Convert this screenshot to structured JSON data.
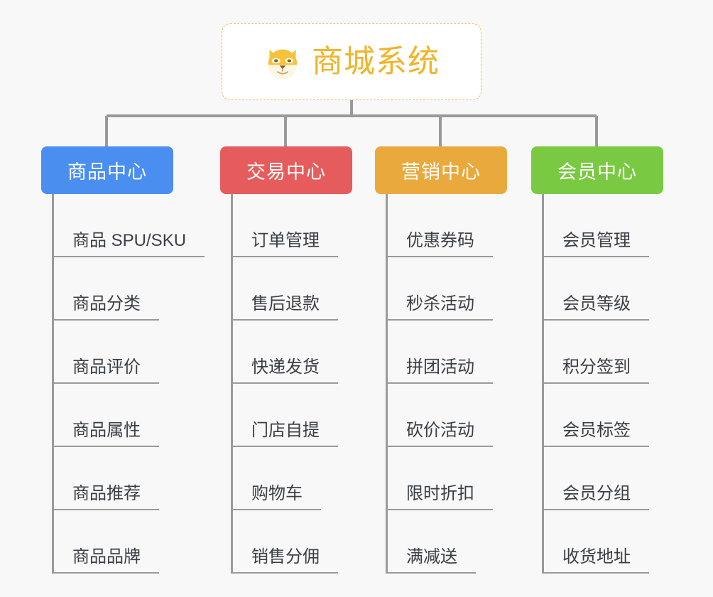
{
  "root": {
    "title": "商城系统",
    "icon": "shiba-dog-face-icon",
    "border_color": "#eebb55",
    "text_color": "#f0b429",
    "background": "#ffffff"
  },
  "canvas": {
    "background": "#f8f8f8",
    "connector_color": "#9a9a9a"
  },
  "branches": [
    {
      "label": "商品中心",
      "color": "#4a8ef0",
      "items": [
        "商品 SPU/SKU",
        "商品分类",
        "商品评价",
        "商品属性",
        "商品推荐",
        "商品品牌"
      ]
    },
    {
      "label": "交易中心",
      "color": "#e65c5c",
      "items": [
        "订单管理",
        "售后退款",
        "快递发货",
        "门店自提",
        "购物车",
        "销售分佣"
      ]
    },
    {
      "label": "营销中心",
      "color": "#eaa93c",
      "items": [
        "优惠券码",
        "秒杀活动",
        "拼团活动",
        "砍价活动",
        "限时折扣",
        "满减送"
      ]
    },
    {
      "label": "会员中心",
      "color": "#7ac943",
      "items": [
        "会员管理",
        "会员等级",
        "积分签到",
        "会员标签",
        "会员分组",
        "收货地址"
      ]
    }
  ]
}
